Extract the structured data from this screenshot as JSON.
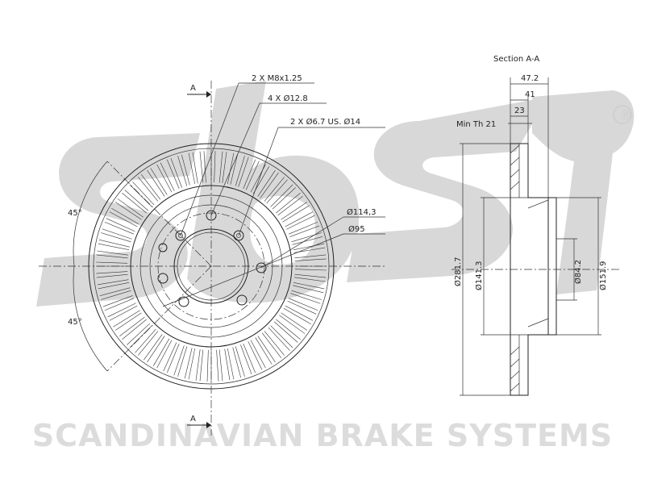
{
  "brand": {
    "logo_text": "sbs",
    "registered_mark": "®",
    "watermark_text": "SCANDINAVIAN BRAKE SYSTEMS",
    "watermark_color": "#d8d8d8"
  },
  "front_view": {
    "section_marker_top": "A",
    "section_marker_bottom": "A",
    "angle_top": "45°",
    "angle_bottom": "45°",
    "callouts": [
      "2 X M8x1.25",
      "4 X Ø12.8",
      "2 X Ø6.7 US. Ø14"
    ],
    "pcd_label": "Ø114,3",
    "center_bore_label": "Ø95"
  },
  "section_view": {
    "title": "Section A-A",
    "dim_total_height": "47.2",
    "dim_hat_height": "41",
    "dim_thickness": "23",
    "min_thickness": "Min Th 21",
    "dia_outer": "Ø281.7",
    "dia_hat": "Ø141.3",
    "dia_hub": "Ø84.2",
    "dia_hat_outer": "Ø151.9"
  }
}
